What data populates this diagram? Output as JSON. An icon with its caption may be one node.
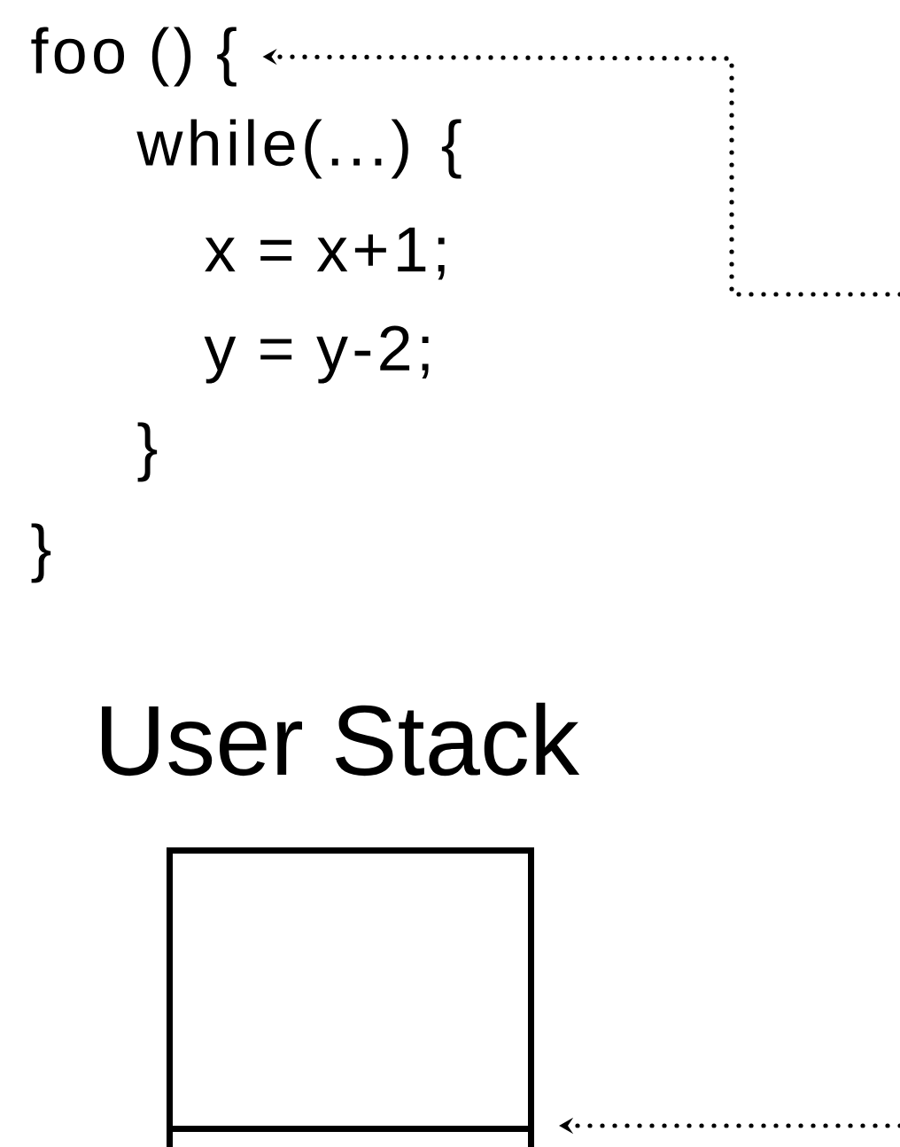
{
  "diagram": {
    "nodes": [
      {
        "text": [
          "foo () {"
        ]
      },
      {
        "text": [],
        "shape": "box",
        "beside": [
          "User Stack"
        ]
      },
      {
        "text": [],
        "shape": "box"
      }
    ],
    "edges": [
      {
        "from": null,
        "to": 0,
        "arrow": "to"
      },
      {
        "from": null,
        "to": 2,
        "arrow": "to"
      }
    ],
    "labels": [
      "while(...) {",
      "x = x+1;",
      "y = y-2;",
      "}",
      "}"
    ]
  }
}
